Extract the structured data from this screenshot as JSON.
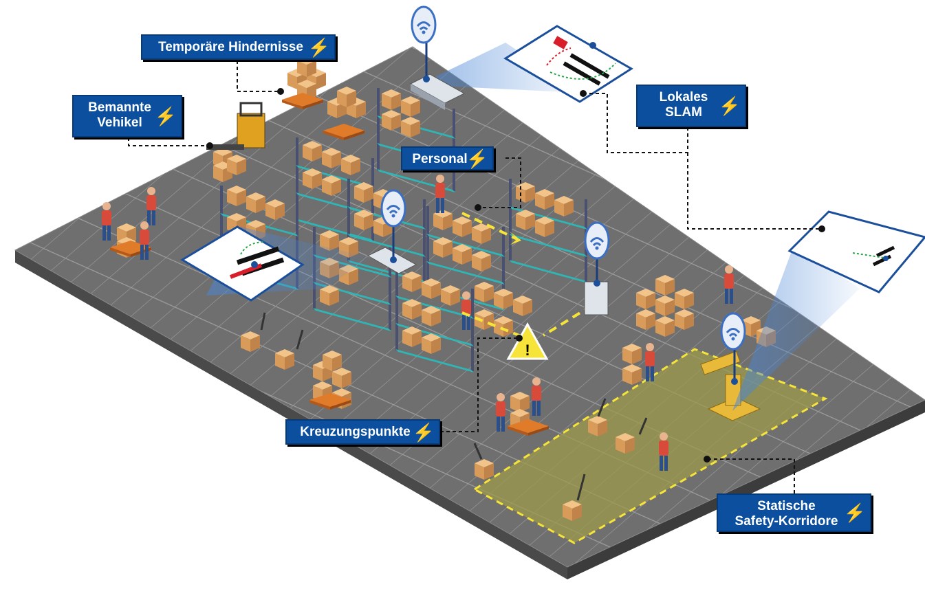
{
  "callouts": {
    "temporary_obstacles": "Temporäre Hindernisse",
    "manned_vehicles": "Bemannte\nVehikel",
    "local_slam": "Lokales\nSLAM",
    "personnel": "Personal",
    "crossing_points": "Kreuzungspunkte",
    "static_safety_corridors": "Statische\nSafety-Korridore"
  },
  "icons": {
    "bolt": "⚡",
    "warning_mark": "!"
  },
  "colors": {
    "callout_bg": "#0b4f9e",
    "bolt": "#f5c400",
    "floor_top": "#6d6d6d",
    "floor_side": "#4a4a4a",
    "corridor": "#9c9a4a",
    "dash_yellow": "#f7e43a",
    "slam_panel_border": "#1b4f9b",
    "wifi": "#3a6fc4"
  }
}
